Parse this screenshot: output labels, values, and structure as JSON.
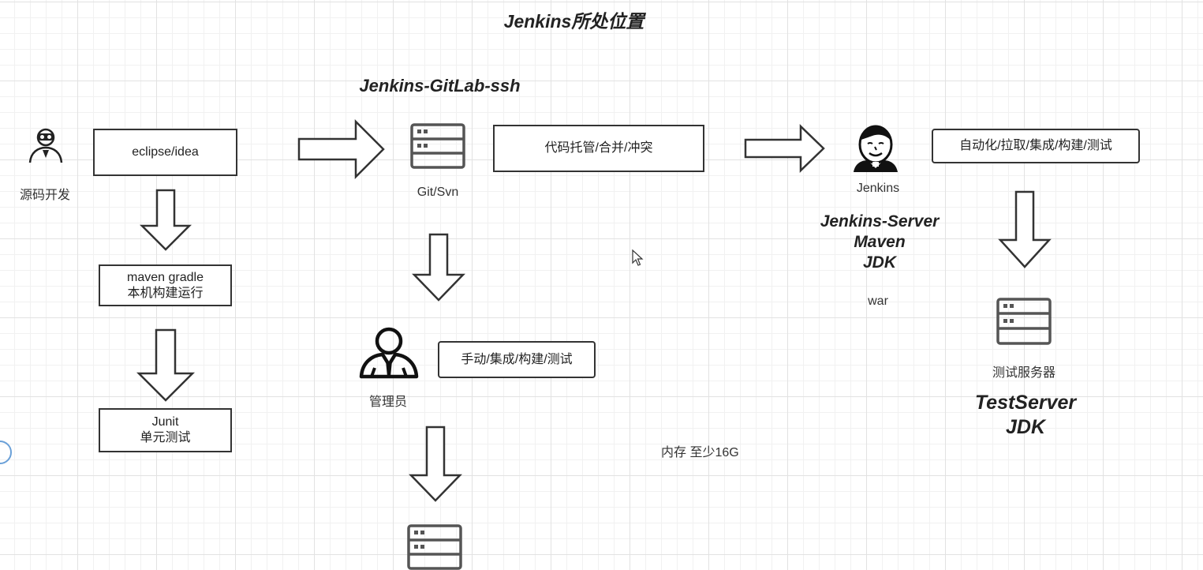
{
  "title": "Jenkins所处位置",
  "subtitle": "Jenkins-GitLab-ssh",
  "developer": {
    "label": "源码开发",
    "icon": "developer-icon"
  },
  "ide_box": "eclipse/idea",
  "build_box": [
    "maven gradle",
    "本机构建运行"
  ],
  "test_box": [
    "Junit",
    "单元测试"
  ],
  "repo": {
    "label": "Git/Svn",
    "icon": "server-icon"
  },
  "repo_box": "代码托管/合并/冲突",
  "admin": {
    "label": "管理员",
    "icon": "admin-icon"
  },
  "admin_box": "手动/集成/构建/测试",
  "jenkins": {
    "label": "Jenkins",
    "icon": "jenkins-logo-icon"
  },
  "jenkins_box": "自动化/拉取/集成/构建/测试",
  "jenkins_server": [
    "Jenkins-Server",
    "Maven",
    "JDK"
  ],
  "war_label": "war",
  "test_server": {
    "label": "测试服务器",
    "icon": "server-icon"
  },
  "test_server_stack": [
    "TestServer",
    "JDK"
  ],
  "memory_note": "内存 至少16G",
  "colors": {
    "stroke": "#333333",
    "icon": "#555555",
    "grid": "#e2e2e2"
  }
}
